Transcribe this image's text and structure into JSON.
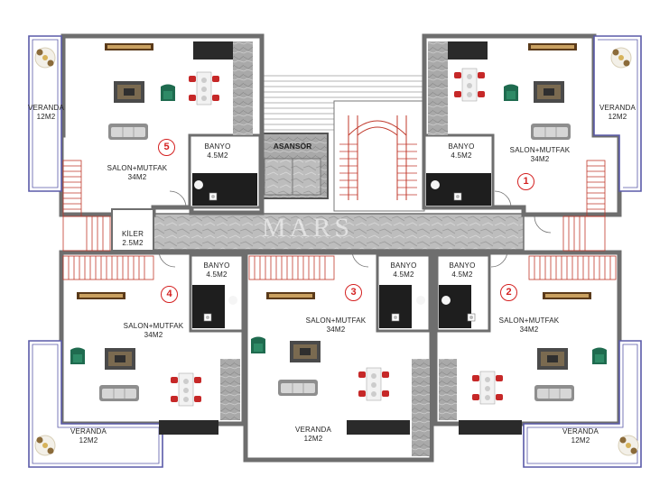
{
  "watermark": "MARS",
  "core": {
    "asansor": "ASANSÖR"
  },
  "units": [
    {
      "number": "1",
      "salon": [
        "SALON+MUTFAK",
        "34M2"
      ],
      "banyo": [
        "BANYO",
        "4.5M2"
      ],
      "veranda": [
        "VERANDA",
        "12M2"
      ]
    },
    {
      "number": "2",
      "salon": [
        "SALON+MUTFAK",
        "34M2"
      ],
      "banyo": [
        "BANYO",
        "4.5M2"
      ],
      "veranda": [
        "VERANDA",
        "12M2"
      ]
    },
    {
      "number": "3",
      "salon": [
        "SALON+MUTFAK",
        "34M2"
      ],
      "banyo": [
        "BANYO",
        "4.5M2"
      ],
      "veranda": [
        "VERANDA",
        "12M2"
      ]
    },
    {
      "number": "4",
      "salon": [
        "SALON+MUTFAK",
        "34M2"
      ],
      "banyo": [
        "BANYO",
        "4.5M2"
      ],
      "veranda": [
        "VERANDA",
        "12M2"
      ]
    },
    {
      "number": "5",
      "salon": [
        "SALON+MUTFAK",
        "34M2"
      ],
      "banyo": [
        "BANYO",
        "4.5M2"
      ],
      "veranda": [
        "VERANDA",
        "12M2"
      ],
      "kiler": [
        "KİLER",
        "2.5M2"
      ]
    }
  ],
  "colors": {
    "wall": "#6e6e6e",
    "balcony_edge": "#5a5aa8",
    "stair": "#c0392b",
    "marble": "#b9b9b9",
    "badge": "#d42020"
  }
}
